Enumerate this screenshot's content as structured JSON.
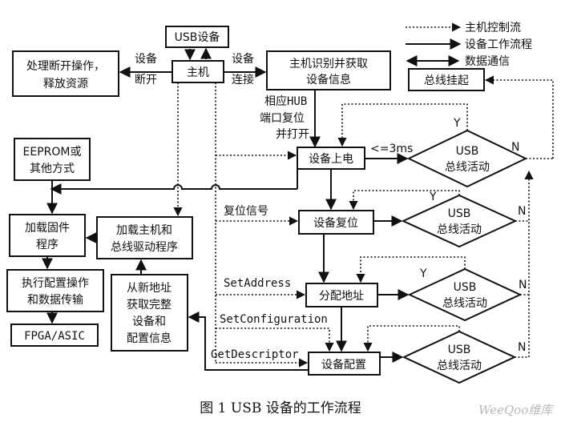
{
  "legend": {
    "host_control_flow": "主机控制流",
    "device_work_flow": "设备工作流程",
    "data_comm": "数据通信"
  },
  "nodes": {
    "usb_device": "USB设备",
    "host": "主机",
    "release_line1": "处理断开操作，",
    "release_line2": "释放资源",
    "identify_line1": "主机识别并获取",
    "identify_line2": "设备信息",
    "bus_suspend": "总线挂起",
    "power_on": "设备上电",
    "reset": "设备复位",
    "assign_address": "分配地址",
    "configure": "设备配置",
    "eeprom_line1": "EEPROM或",
    "eeprom_line2": "其他方式",
    "firmware_line1": "加载固件",
    "firmware_line2": "程序",
    "driver_line1": "加载主机和",
    "driver_line2": "总线驱动程序",
    "execute_line1": "执行配置操作",
    "execute_line2": "和数据传输",
    "fpga": "FPGA/ASIC",
    "renew_line1": "从新地址",
    "renew_line2": "获取完整",
    "renew_line3": "设备和",
    "renew_line4": "配置信息",
    "bus_active_line1": "USB",
    "bus_active_line2": "总线活动"
  },
  "edge_labels": {
    "dev_disconnect_1": "设备",
    "dev_disconnect_2": "断开",
    "dev_connect_1": "设备",
    "dev_connect_2": "连接",
    "hub_reset_1": "相应HUB",
    "hub_reset_2": "端口复位",
    "hub_reset_3": "并打开",
    "timing": "<=3ms",
    "reset_signal": "复位信号",
    "set_address": "SetAddress",
    "set_configuration": "SetConfiguration",
    "get_descriptor": "GetDescriptor",
    "yes": "Y",
    "no": "N"
  },
  "caption": "图 1    USB 设备的工作流程",
  "watermark": "WeeQoo维库"
}
